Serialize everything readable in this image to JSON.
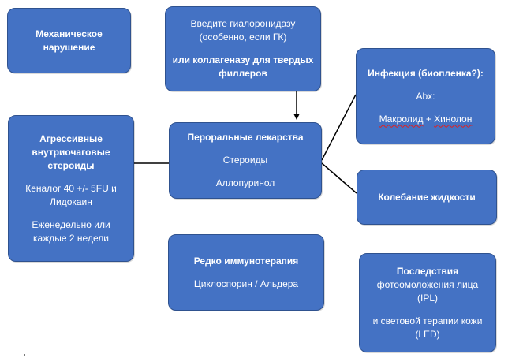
{
  "nodes": {
    "mechanical": {
      "title": "Механическое нарушение"
    },
    "hyaluronidase": {
      "line1": "Введите гиалоронидазу (особенно, если ГК)",
      "line2": "или коллагеназу для твердых филлеров"
    },
    "infection": {
      "title": "Инфекция (биопленка?):",
      "abx": "Abx:",
      "drug_a": "Макролид",
      "plus": " + ",
      "drug_b": "Хинолон"
    },
    "steroids_inj": {
      "title": "Агрессивные внутриочаговые стероиды",
      "dose": "Кеналог 40 +/- 5FU и Лидокаин",
      "freq": "Еженедельно или каждые 2 недели"
    },
    "oral": {
      "title": "Пероральные лекарства",
      "item1": "Стероиды",
      "item2": "Аллопуринол"
    },
    "fluid": {
      "title": "Колебание жидкости"
    },
    "immuno": {
      "title": "Редко иммунотерапия",
      "item": "Циклоспорин / Альдера"
    },
    "ipl": {
      "title": "Последствия",
      "line1": "фотоомоложения лица (IPL)",
      "line2": "и световой терапии кожи (LED)"
    }
  },
  "colors": {
    "node_fill": "#4472C4",
    "node_border": "#2F528F",
    "connector": "#000000",
    "spellcheck": "#E02020"
  }
}
